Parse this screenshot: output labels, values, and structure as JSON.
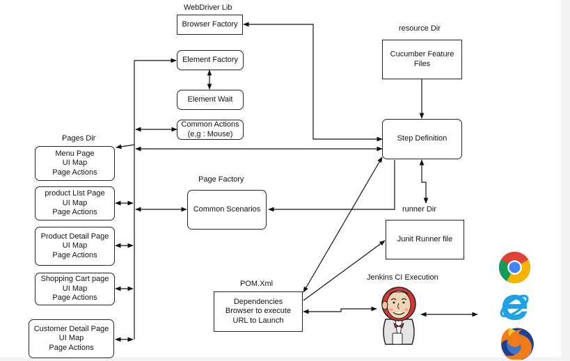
{
  "labels": {
    "webdriver_lib": "WebDriver Lib",
    "resource_dir": "resource Dir",
    "pages_dir": "Pages Dir",
    "page_factory": "Page Factory",
    "runner_dir": "runner Dir",
    "pom_xml": "POM.Xml",
    "jenkins_ci": "Jenkins CI Execution"
  },
  "boxes": {
    "browser_factory": [
      "Browser Factory"
    ],
    "element_factory": [
      "Element Factory"
    ],
    "element_wait": [
      "Element Wait"
    ],
    "common_actions": [
      "Common Actions",
      "(e,g : Mouse)"
    ],
    "cucumber_feature": [
      "Cucumber Feature",
      "Files"
    ],
    "step_definition": [
      "Step Definition"
    ],
    "menu_page": [
      "Menu Page",
      "UI Map",
      "Page Actions"
    ],
    "product_list_page": [
      "product LIst Page",
      "UI Map",
      "Page Actions"
    ],
    "product_detail_page": [
      "Product Detail Page",
      "UI Map",
      "Page Actions"
    ],
    "shopping_cart_page": [
      "Shopping Cart page",
      "UI Map",
      "Page Actions"
    ],
    "customer_detail_page": [
      "Customer Detail Page",
      "UI Map",
      "Page Actions"
    ],
    "common_scenarios": [
      "Common Scenarios"
    ],
    "junit_runner": [
      "Junit Runner file"
    ],
    "pom_box": [
      "Dependencies",
      "Browser to execute",
      "URL to Launch"
    ]
  },
  "icons": [
    "jenkins-icon",
    "chrome-icon",
    "ie-icon",
    "firefox-icon"
  ]
}
